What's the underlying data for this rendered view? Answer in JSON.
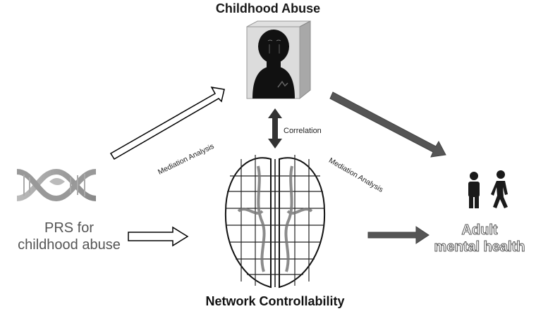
{
  "labels": {
    "top": "Childhood Abuse",
    "bottom": "Network Controllability",
    "left_line1": "PRS for",
    "left_line2": "childhood abuse",
    "right_line1": "Adult",
    "right_line2": "mental health",
    "correlation": "Correlation",
    "mediation_left": "Mediation Analysis",
    "mediation_right": "Mediation Analysis"
  },
  "icons": {
    "top": "crying-child-photo-cube",
    "left": "dna-helix-icon",
    "center": "brain-network-icon",
    "right": "adult-figures-icon"
  },
  "colors": {
    "arrow_solid": "#555555",
    "arrow_outline": "#000000",
    "text_gray": "#555555"
  }
}
